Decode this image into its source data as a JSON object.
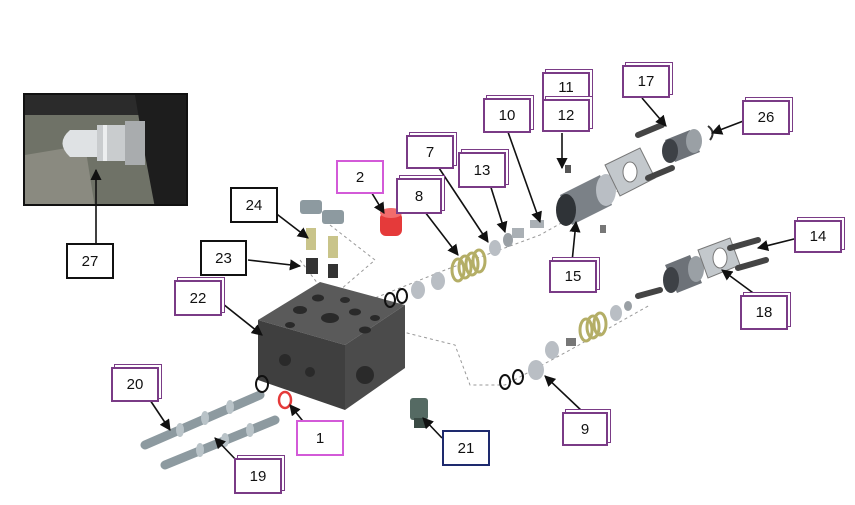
{
  "diagram": {
    "labels": {
      "p1": "1",
      "p2": "2",
      "p7": "7",
      "p8": "8",
      "p9": "9",
      "p10": "10",
      "p11": "11",
      "p12": "12",
      "p13": "13",
      "p14": "14",
      "p15": "15",
      "p17": "17",
      "p18": "18",
      "p19": "19",
      "p20": "20",
      "p21": "21",
      "p22": "22",
      "p23": "23",
      "p24": "24",
      "p26": "26",
      "p27": "27"
    },
    "colors": {
      "body": "#4a4a4a",
      "metal": "#b9bec4",
      "spring": "#c9c48a",
      "red_plug": "#e53a3a",
      "purple_box": "#7a3b86",
      "pink_box": "#d35ad8",
      "navy_box": "#1e2a6e"
    }
  }
}
